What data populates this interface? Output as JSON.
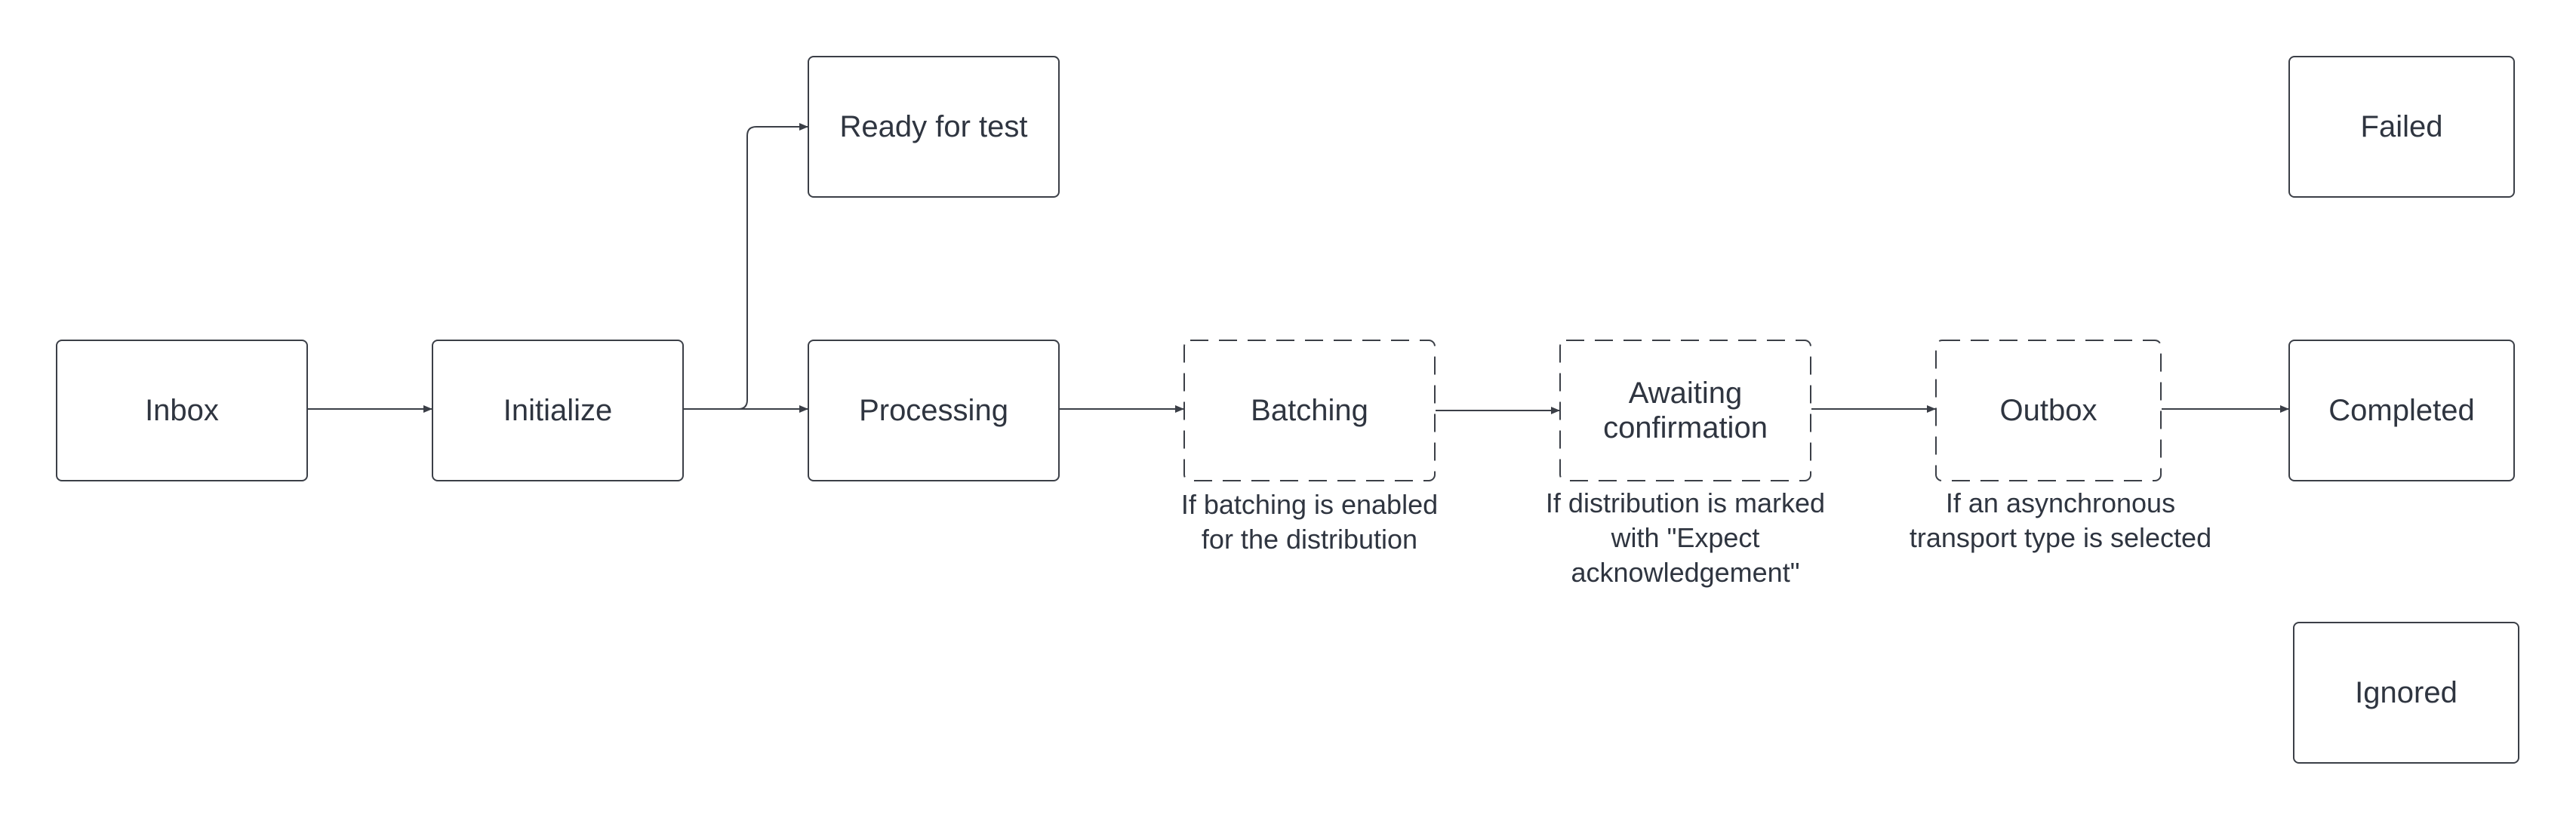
{
  "nodes": {
    "inbox": "Inbox",
    "initialize": "Initialize",
    "ready_for_test": "Ready for test",
    "processing": "Processing",
    "batching": "Batching",
    "awaiting_confirmation": "Awaiting\nconfirmation",
    "outbox": "Outbox",
    "completed": "Completed",
    "failed": "Failed",
    "ignored": "Ignored"
  },
  "notes": {
    "batching": "If batching is enabled\nfor the distribution",
    "awaiting_confirmation": "If distribution is marked\nwith \"Expect\nacknowledgement\"",
    "outbox": "If an asynchronous\ntransport type is selected"
  },
  "colors": {
    "stroke": "#3b3f47",
    "text": "#2f3540",
    "background": "#ffffff"
  }
}
